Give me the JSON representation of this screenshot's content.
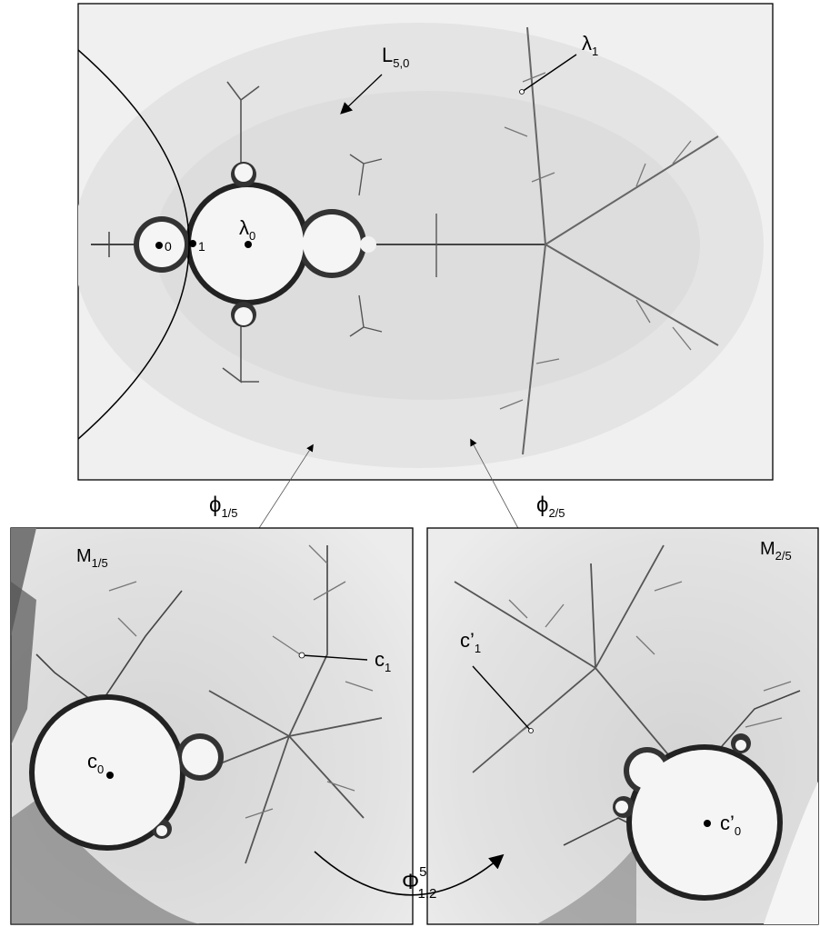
{
  "top_panel": {
    "label_L": "L",
    "label_L_sub": "5,0",
    "label_lambda1": "λ",
    "label_lambda1_sub": "1",
    "label_lambda0": "λ",
    "label_lambda0_sub": "0",
    "point_0": "0",
    "point_1": "1"
  },
  "maps": {
    "phi_left": "ϕ",
    "phi_left_sub": "1/5",
    "phi_right": "ϕ",
    "phi_right_sub": "2/5",
    "Phi": "Φ",
    "Phi_sub": "1,2",
    "Phi_sup": "5"
  },
  "left_panel": {
    "title": "M",
    "title_sub": "1/5",
    "label_c1": "c",
    "label_c1_sub": "1",
    "label_c0": "c",
    "label_c0_sub": "0"
  },
  "right_panel": {
    "title": "M",
    "title_sub": "2/5",
    "label_c1p": "c’",
    "label_c1p_sub": "1",
    "label_c0p": "c’",
    "label_c0p_sub": "0"
  }
}
